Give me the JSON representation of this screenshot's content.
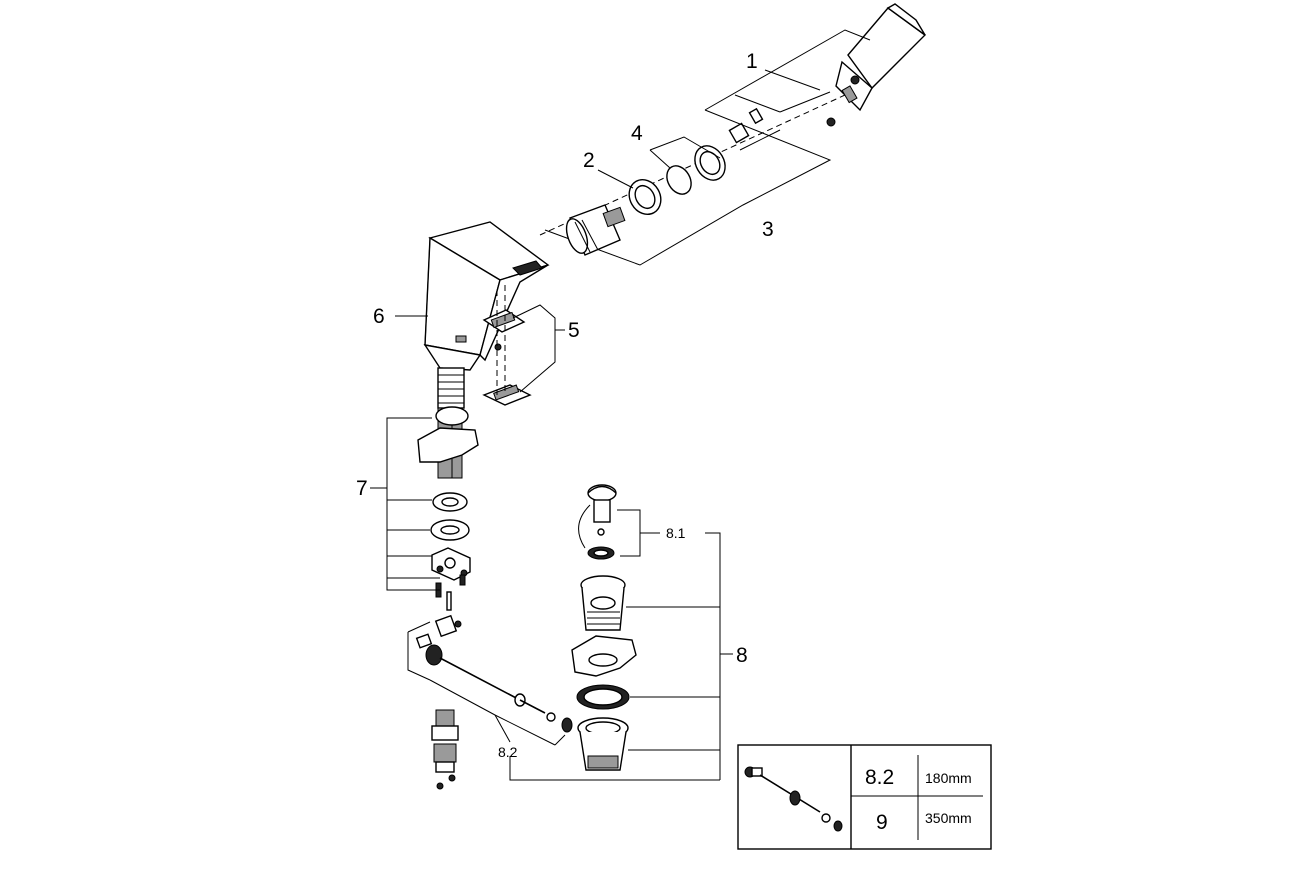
{
  "callouts": {
    "c1": "1",
    "c2": "2",
    "c3": "3",
    "c4": "4",
    "c5": "5",
    "c6": "6",
    "c7": "7",
    "c8": "8",
    "c81": "8.1",
    "c82": "8.2"
  },
  "legend_table": {
    "rows": [
      {
        "ref": "8.2",
        "length": "180mm"
      },
      {
        "ref": "9",
        "length": "350mm"
      }
    ]
  }
}
